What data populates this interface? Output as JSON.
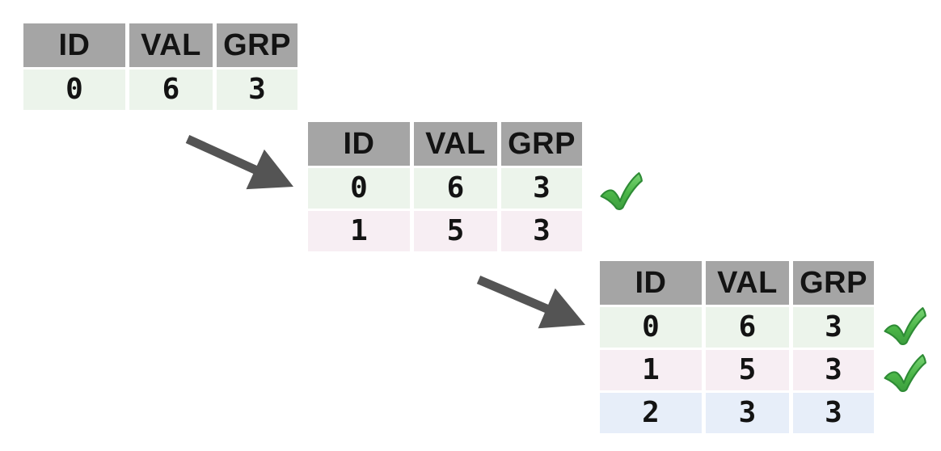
{
  "figure": {
    "description": "Three-step growing table diagram with arrows and verification checkmarks"
  },
  "columns": [
    "ID",
    "VAL",
    "GRP"
  ],
  "tables": [
    {
      "name": "step-1",
      "rows": [
        {
          "cells": [
            "0",
            "6",
            "3"
          ],
          "tone": "green",
          "checked": false
        }
      ]
    },
    {
      "name": "step-2",
      "rows": [
        {
          "cells": [
            "0",
            "6",
            "3"
          ],
          "tone": "green",
          "checked": true
        },
        {
          "cells": [
            "1",
            "5",
            "3"
          ],
          "tone": "pink",
          "checked": false
        }
      ]
    },
    {
      "name": "step-3",
      "rows": [
        {
          "cells": [
            "0",
            "6",
            "3"
          ],
          "tone": "green",
          "checked": true
        },
        {
          "cells": [
            "1",
            "5",
            "3"
          ],
          "tone": "pink",
          "checked": true
        },
        {
          "cells": [
            "2",
            "3",
            "3"
          ],
          "tone": "blue",
          "checked": false
        }
      ]
    }
  ],
  "icons": {
    "arrow": "diagonal-arrow-icon",
    "check": "green-checkmark-icon"
  },
  "colors": {
    "header_bg": "#a5a5a5",
    "row_green": "#ecf4eb",
    "row_pink": "#f7eef3",
    "row_blue": "#e7eef9",
    "arrow_gray": "#545454",
    "check_green": "#4cb648",
    "check_outline": "#2e8b35",
    "text": "#131313",
    "background": "#ffffff"
  }
}
